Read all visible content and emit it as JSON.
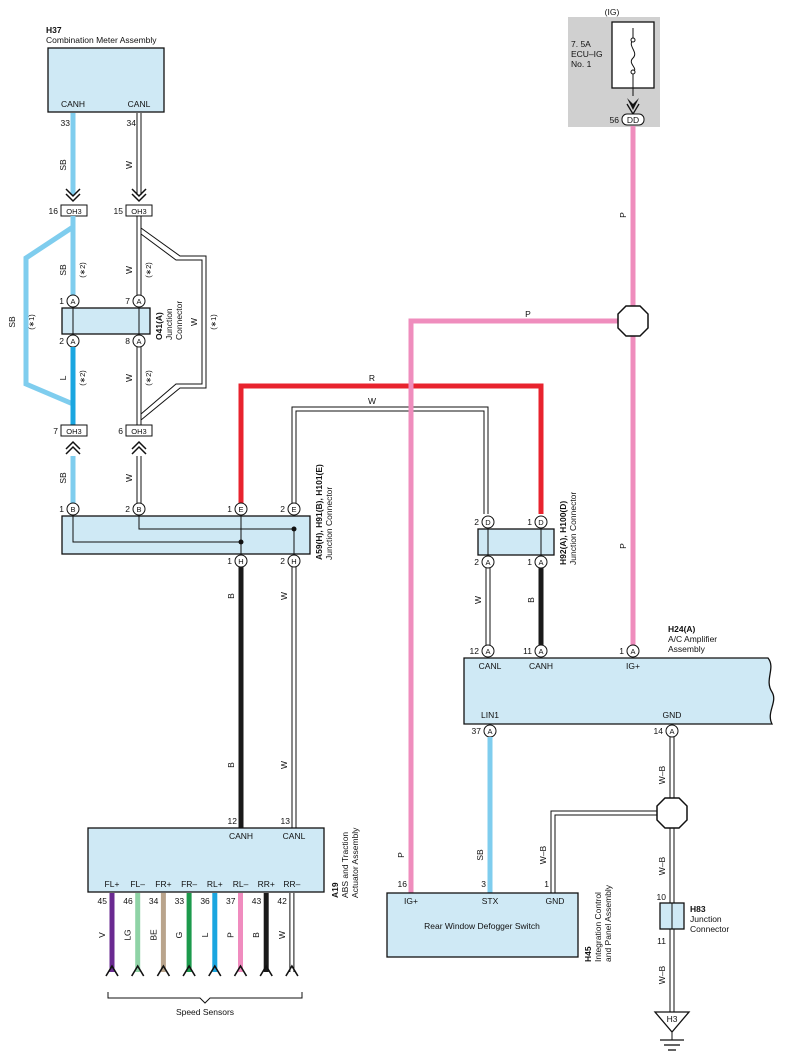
{
  "components": {
    "h37": {
      "code": "H37",
      "name": "Combination Meter Assembly",
      "pin_canh": "CANH",
      "pin_canl": "CANL"
    },
    "ig_fuse": {
      "supply": "(IG)",
      "rating": "7. 5A",
      "name1": "ECU–IG",
      "name2": "No. 1",
      "pin": "56",
      "connector": "DD"
    },
    "o41": {
      "code": "O41(A)",
      "name1": "Junction",
      "name2": "Connector"
    },
    "a59": {
      "code": "A59(H), H91(B), H101(E)",
      "name": "Junction Connector"
    },
    "h92": {
      "code": "H92(A), H100(D)",
      "name": "Junction Connector"
    },
    "h24": {
      "code": "H24(A)",
      "name1": "A/C Amplifier",
      "name2": "Assembly",
      "pin_canl": "CANL",
      "pin_canh": "CANH",
      "pin_ig": "IG+",
      "pin_lin": "LIN1",
      "pin_gnd": "GND"
    },
    "a19": {
      "code": "A19",
      "name1": "ABS and Traction",
      "name2": "Actuator Assembly",
      "pin_canh": "CANH",
      "pin_canl": "CANL",
      "sensor_pins": [
        {
          "name": "FL+",
          "num": "45",
          "color": "V",
          "hex": "#6a2a91"
        },
        {
          "name": "FL–",
          "num": "46",
          "color": "LG",
          "hex": "#8fd3a6"
        },
        {
          "name": "FR+",
          "num": "34",
          "color": "BE",
          "hex": "#b9a48c"
        },
        {
          "name": "FR–",
          "num": "33",
          "color": "G",
          "hex": "#1c9a4c"
        },
        {
          "name": "RL+",
          "num": "36",
          "color": "L",
          "hex": "#1aa6e0"
        },
        {
          "name": "RL–",
          "num": "37",
          "color": "P",
          "hex": "#f08cbf"
        },
        {
          "name": "RR+",
          "num": "43",
          "color": "B",
          "hex": "#1a1a1a"
        },
        {
          "name": "RR–",
          "num": "42",
          "color": "W",
          "hex": "#ffffff"
        }
      ]
    },
    "h45": {
      "code": "H45",
      "name1": "Integration Control",
      "name2": "and Panel Assembly",
      "title": "Rear Window Defogger Switch",
      "pin_ig": "IG+",
      "pin_stx": "STX",
      "pin_gnd": "GND"
    },
    "h83": {
      "code": "H83",
      "name1": "Junction",
      "name2": "Connector"
    },
    "ground": {
      "label": "H3"
    },
    "speed_sensors": "Speed Sensors"
  },
  "connectors": {
    "oh3": "OH3",
    "a": "A",
    "b": "B",
    "e": "E",
    "h": "H",
    "d": "D"
  },
  "wires": {
    "sb": "SB",
    "w": "W",
    "l": "L",
    "r": "R",
    "p": "P",
    "b": "B",
    "wb": "W–B"
  },
  "notes": {
    "n1": "(∗1)",
    "n2": "(∗2)"
  },
  "pins": {
    "p33": "33",
    "p34": "34",
    "p16": "16",
    "p15": "15",
    "p1": "1",
    "p2": "2",
    "p7": "7",
    "p8": "8",
    "p6": "6",
    "p12": "12",
    "p11": "11",
    "p13": "13",
    "p37": "37",
    "p14": "14",
    "p3": "3",
    "p10": "10"
  },
  "colors": {
    "box": "#cfe9f5",
    "sb": "#7fcdee",
    "l": "#1aa6e0",
    "r": "#e8232e",
    "p": "#ef8dbd",
    "b": "#1a1a1a",
    "gray": "#d0d0d0"
  }
}
